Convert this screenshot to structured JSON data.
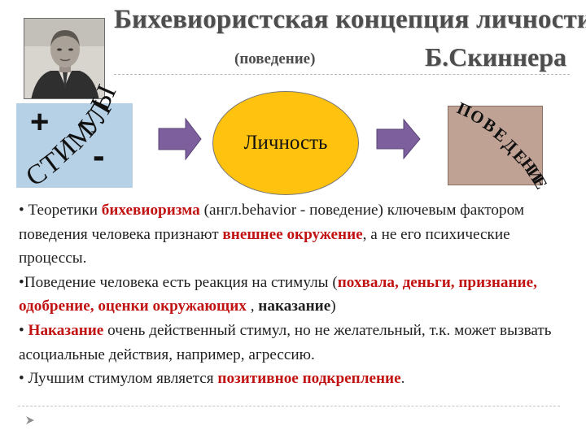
{
  "slide": {
    "title": "Бихевиористская концепция личности",
    "subtitle": "(поведение)",
    "author": "Б.Скиннера"
  },
  "diagram": {
    "stimulus_letters": [
      "С",
      "Т",
      "И",
      "М",
      "У",
      "Л",
      "Ы"
    ],
    "plus": "+",
    "minus": "-",
    "center": "Личность",
    "behavior_letters": [
      "П",
      "О",
      "В",
      "Е",
      "Д",
      "Е",
      "Н",
      "И",
      "Е"
    ],
    "colors": {
      "stimulus_box": "#b6d0e6",
      "personality_ellipse": "#ffc20e",
      "behavior_box": "#c0a295",
      "arrows": "#7c5f9c",
      "highlight": "#c21313"
    }
  },
  "bullets": [
    {
      "parts": [
        {
          "text": "• Теоретики ",
          "style": "plain"
        },
        {
          "text": "бихевиоризма",
          "style": "red"
        },
        {
          "text": " (англ.behavior - поведение) ключевым фактором поведения человека признают ",
          "style": "plain"
        },
        {
          "text": "внешнее окружение",
          "style": "red"
        },
        {
          "text": ", а не его психические процессы.",
          "style": "plain"
        }
      ]
    },
    {
      "parts": [
        {
          "text": "•Поведение человека есть реакция на стимулы (",
          "style": "plain"
        },
        {
          "text": "похвала, деньги, признание, одобрение, оценки окружающих",
          "style": "red"
        },
        {
          "text": " , ",
          "style": "plain"
        },
        {
          "text": "наказание",
          "style": "bold"
        },
        {
          "text": ")",
          "style": "plain"
        }
      ]
    },
    {
      "parts": [
        {
          "text": "• ",
          "style": "plain"
        },
        {
          "text": "Наказание",
          "style": "red"
        },
        {
          "text": " очень действенный стимул, но не желательный, т.к. может вызвать асоциальные действия, например, агрессию.",
          "style": "plain"
        }
      ]
    },
    {
      "parts": [
        {
          "text": "• Лучшим стимулом является ",
          "style": "plain"
        },
        {
          "text": "позитивное подкрепление",
          "style": "red"
        },
        {
          "text": ".",
          "style": "plain"
        }
      ]
    }
  ],
  "portrait": {
    "icon": "portrait-photo"
  },
  "navigation": {
    "icon": "next-slide-arrow-icon"
  }
}
